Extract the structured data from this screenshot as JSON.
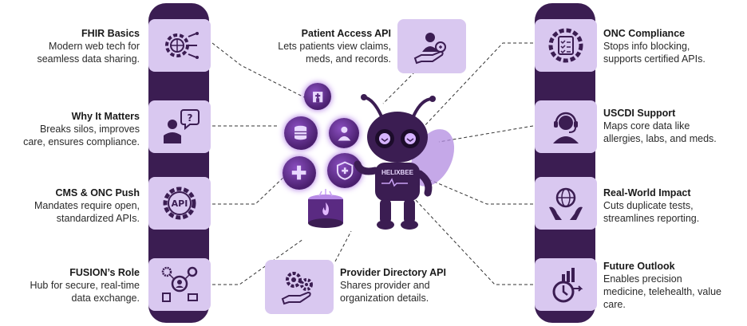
{
  "left": [
    {
      "title": "FHIR Basics",
      "desc": [
        "Modern web tech for",
        "seamless data sharing."
      ],
      "icon": "gear-globe-icon"
    },
    {
      "title": "Why It Matters",
      "desc": [
        "Breaks silos, improves",
        "care, ensures compliance."
      ],
      "icon": "person-question-icon"
    },
    {
      "title": "CMS & ONC Push",
      "desc": [
        "Mandates require open,",
        "standardized APIs."
      ],
      "icon": "api-gear-icon"
    },
    {
      "title": "FUSION’s Role",
      "desc": [
        "Hub for secure, real-time",
        "data exchange."
      ],
      "icon": "hub-network-icon"
    }
  ],
  "right": [
    {
      "title": "ONC Compliance",
      "desc": [
        "Stops info blocking,",
        "supports certified APIs."
      ],
      "icon": "gear-checklist-icon"
    },
    {
      "title": "USCDI Support",
      "desc": [
        "Maps core data like",
        "allergies, labs, and meds."
      ],
      "icon": "headset-agent-icon"
    },
    {
      "title": "Real-World Impact",
      "desc": [
        "Cuts duplicate tests,",
        "streamlines reporting."
      ],
      "icon": "globe-hands-icon"
    },
    {
      "title": "Future Outlook",
      "desc": [
        " Enables precision",
        "medicine, telehealth, value",
        "care."
      ],
      "icon": "clock-chart-icon"
    }
  ],
  "center": {
    "top": {
      "title": "Patient Access API",
      "desc": [
        "Lets patients view claims,",
        "meds, and records."
      ],
      "icon": "hand-user-icon"
    },
    "bottom": {
      "title": "Provider Directory API",
      "desc": [
        " Shares provider and",
        "organization details."
      ],
      "icon": "gears-hand-icon"
    },
    "mascot_label": "HELIXBEE"
  },
  "colors": {
    "pillar": "#3b1d52",
    "tile": "#d9c8f0",
    "icon": "#3b1d52",
    "orb": "#5a2a82"
  }
}
